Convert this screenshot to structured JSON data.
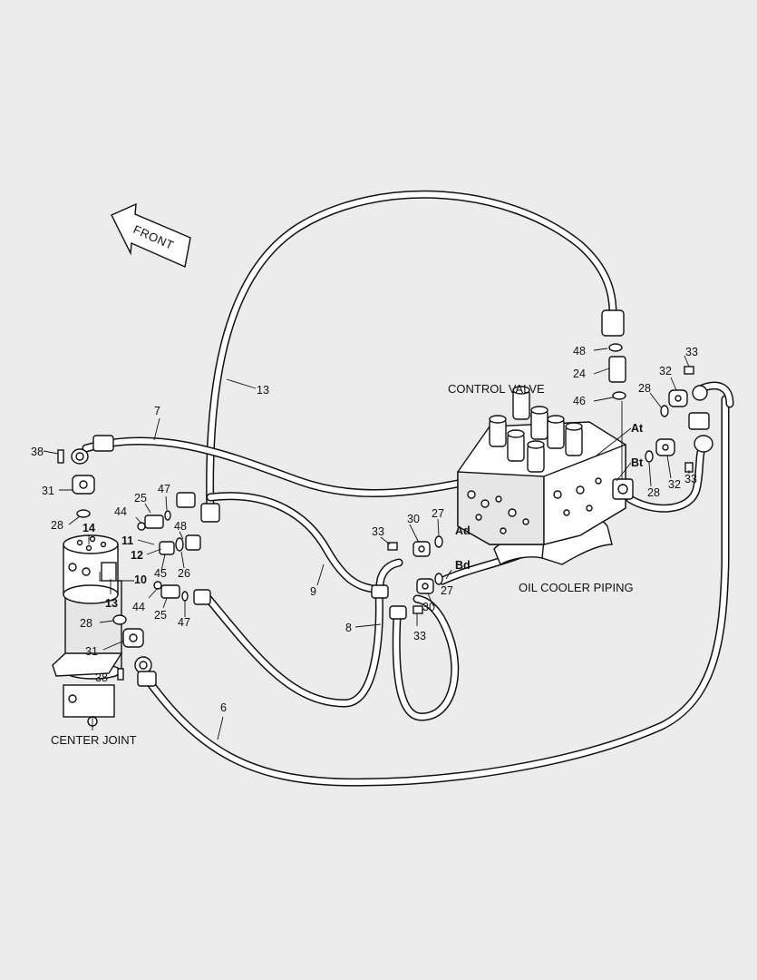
{
  "front_label": "FRONT",
  "captions": {
    "control_valve": "CONTROL VALVE",
    "oil_cooler": "OIL COOLER PIPING",
    "center_joint": "CENTER JOINT"
  },
  "callouts": {
    "p38a": "38",
    "p31a": "31",
    "p28a": "28",
    "p14": "14",
    "p11": "11",
    "p12": "12",
    "p10": "10",
    "p13a": "13",
    "p28b": "28",
    "p31b": "31",
    "p38b": "38",
    "p25a": "25",
    "p47a": "47",
    "p44a": "44",
    "p48a": "48",
    "p45": "45",
    "p26": "26",
    "p44b": "44",
    "p25b": "25",
    "p47b": "47",
    "p7": "7",
    "p13b": "13",
    "p9": "9",
    "p8": "8",
    "p6": "6",
    "p33a": "33",
    "p30a": "30",
    "p27a": "27",
    "pAd": "Ad",
    "pBd": "Bd",
    "p27b": "27",
    "p30b": "30",
    "p33b": "33",
    "p48b": "48",
    "p24": "24",
    "p46": "46",
    "p33c": "33",
    "p32a": "32",
    "p28c": "28",
    "pAt": "At",
    "pBt": "Bt",
    "p28d": "28",
    "p32b": "32",
    "p33d": "33"
  }
}
